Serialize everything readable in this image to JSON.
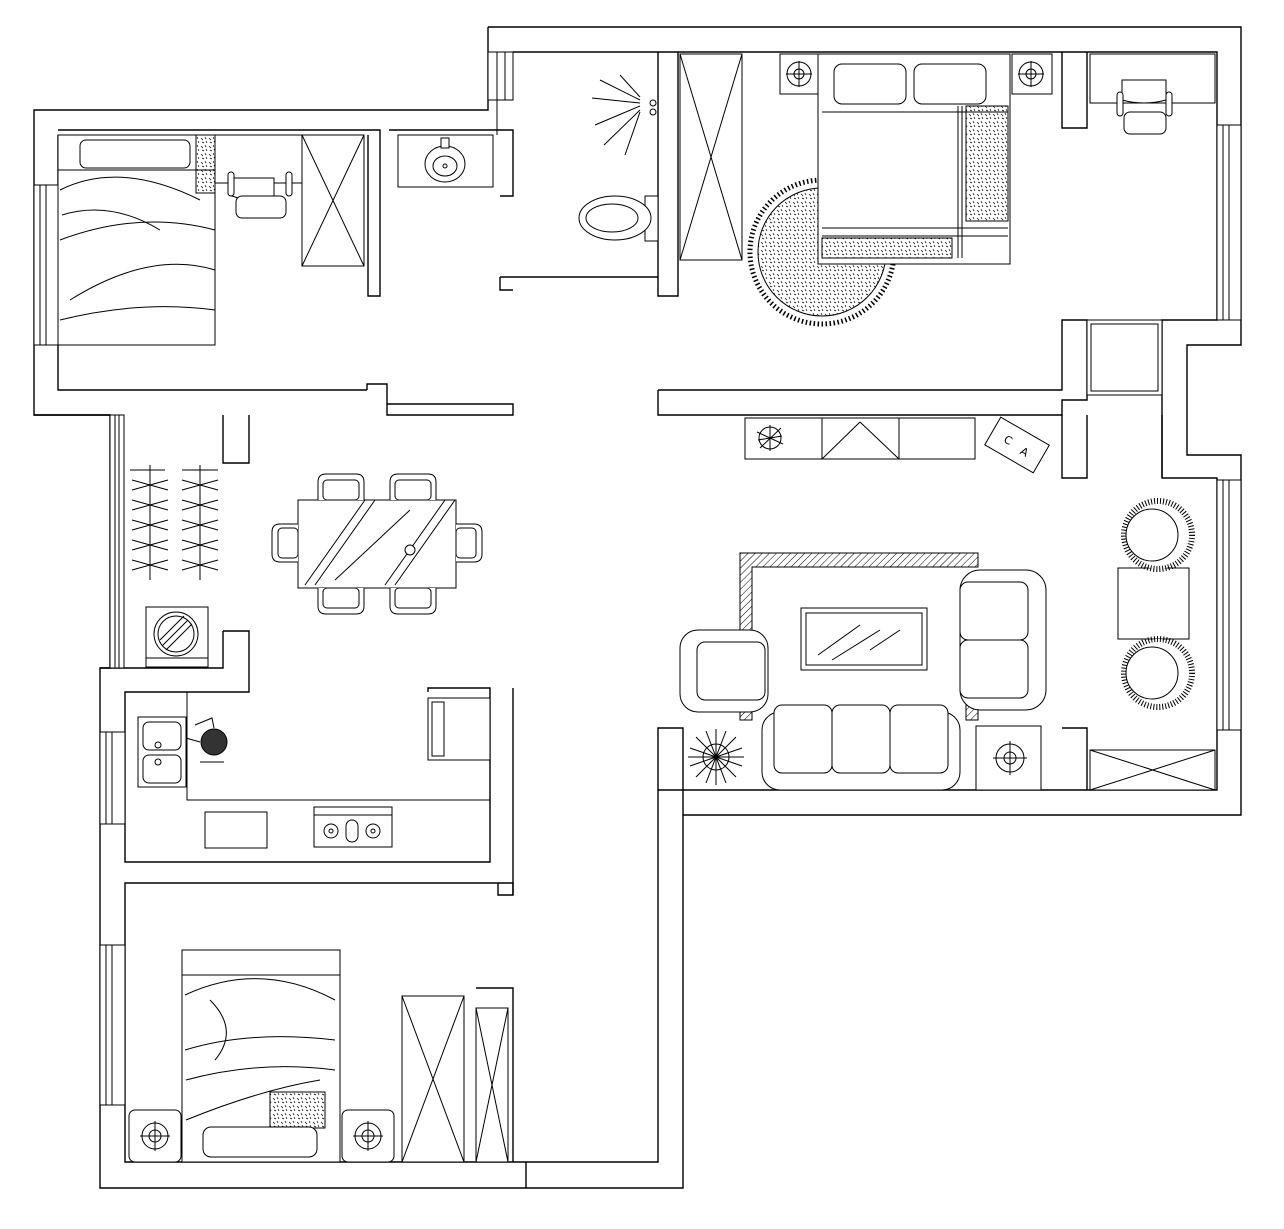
{
  "plan": {
    "view": "floor-plan",
    "rooms": [
      {
        "id": "bedroom-west",
        "furniture": [
          "bed",
          "desk",
          "chair",
          "wardrobe"
        ]
      },
      {
        "id": "bathroom",
        "furniture": [
          "washbasin",
          "toilet",
          "shower"
        ]
      },
      {
        "id": "master-bedroom",
        "furniture": [
          "bed",
          "pillows",
          "nightstands",
          "round-rug",
          "wardrobe"
        ]
      },
      {
        "id": "study",
        "furniture": [
          "desk",
          "chair",
          "cabinet"
        ]
      },
      {
        "id": "dining",
        "furniture": [
          "dining-table",
          "six-chairs",
          "shoe-rack",
          "washing-machine"
        ]
      },
      {
        "id": "kitchen",
        "furniture": [
          "double-sink",
          "cooktop",
          "fridge",
          "counter"
        ]
      },
      {
        "id": "living-room",
        "furniture": [
          "sofa",
          "armchairs",
          "coffee-table",
          "tv-cabinet",
          "round-stools",
          "side-table",
          "plant"
        ]
      },
      {
        "id": "bedroom-south",
        "furniture": [
          "bed",
          "nightstands",
          "wardrobe"
        ]
      }
    ],
    "markings": {
      "cabinet_letters": [
        "C",
        "A"
      ]
    }
  }
}
